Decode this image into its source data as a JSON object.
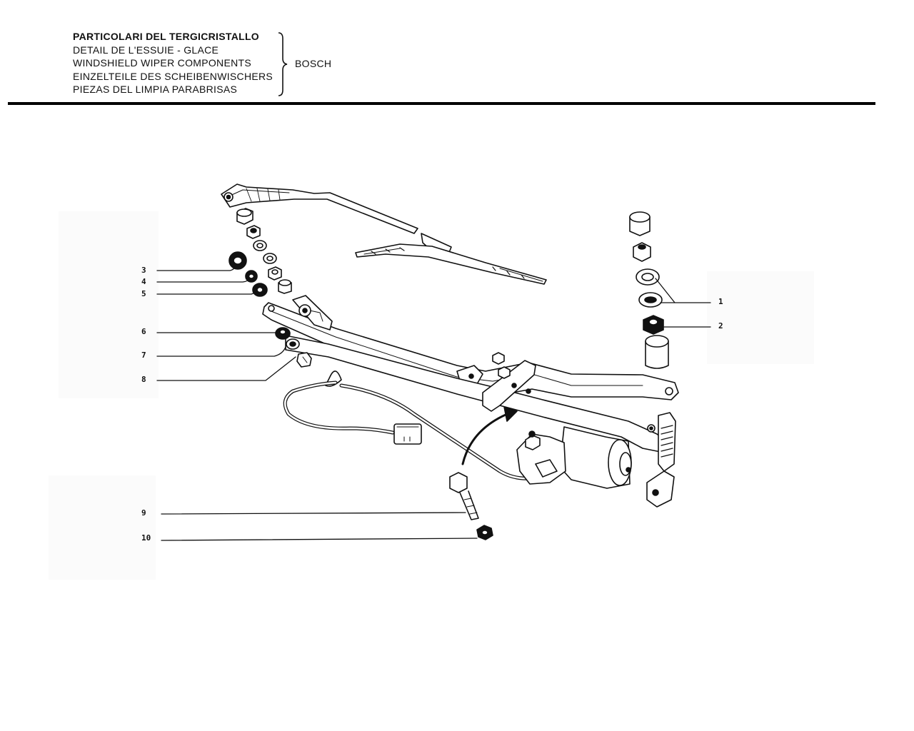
{
  "header": {
    "lines": [
      "PARTICOLARI DEL TERGICRISTALLO",
      "DETAIL DE L'ESSUIE - GLACE",
      "WINDSHIELD WIPER COMPONENTS",
      "EINZELTEILE DES SCHEIBENWISCHERS",
      "PIEZAS DEL LIMPIA PARABRISAS"
    ],
    "brand": "BOSCH"
  },
  "callouts": {
    "c1": "1",
    "c2": "2",
    "c3": "3",
    "c4": "4",
    "c5": "5",
    "c6": "6",
    "c7": "7",
    "c8": "8",
    "c9": "9",
    "c10": "10"
  }
}
